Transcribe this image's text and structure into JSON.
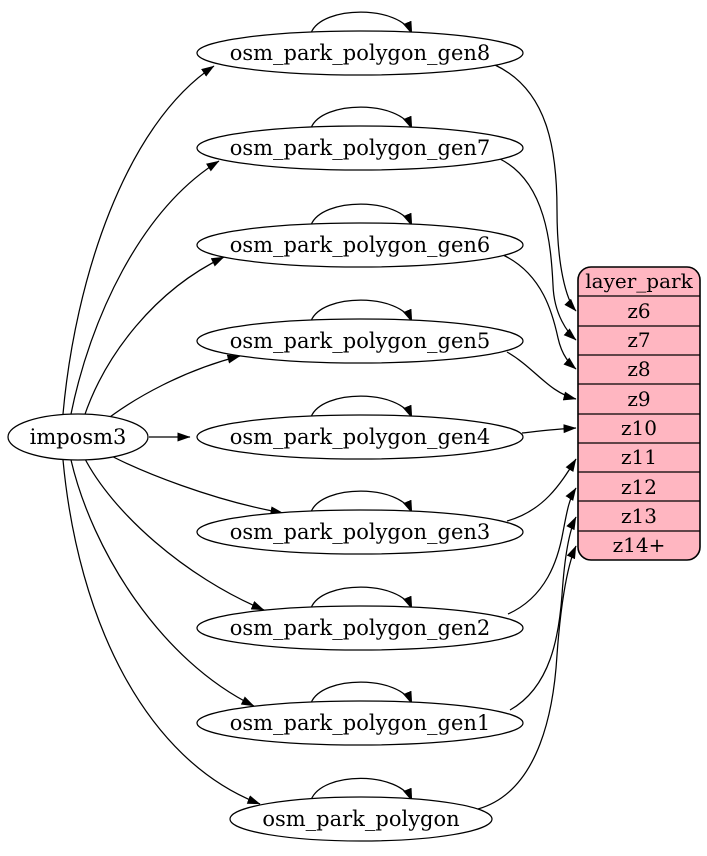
{
  "colors": {
    "table_fill": "#ffb6c1",
    "node_fill": "#ffffff",
    "edge": "#000000",
    "text": "#000000"
  },
  "source": {
    "label": "imposm3"
  },
  "tables": [
    {
      "label": "osm_park_polygon_gen8"
    },
    {
      "label": "osm_park_polygon_gen7"
    },
    {
      "label": "osm_park_polygon_gen6"
    },
    {
      "label": "osm_park_polygon_gen5"
    },
    {
      "label": "osm_park_polygon_gen4"
    },
    {
      "label": "osm_park_polygon_gen3"
    },
    {
      "label": "osm_park_polygon_gen2"
    },
    {
      "label": "osm_park_polygon_gen1"
    },
    {
      "label": "osm_park_polygon"
    }
  ],
  "layer": {
    "title": "layer_park",
    "rows": [
      "z6",
      "z7",
      "z8",
      "z9",
      "z10",
      "z11",
      "z12",
      "z13",
      "z14+"
    ]
  },
  "edges": [
    {
      "from": "imposm3",
      "to": "osm_park_polygon_gen8"
    },
    {
      "from": "imposm3",
      "to": "osm_park_polygon_gen7"
    },
    {
      "from": "imposm3",
      "to": "osm_park_polygon_gen6"
    },
    {
      "from": "imposm3",
      "to": "osm_park_polygon_gen5"
    },
    {
      "from": "imposm3",
      "to": "osm_park_polygon_gen4"
    },
    {
      "from": "imposm3",
      "to": "osm_park_polygon_gen3"
    },
    {
      "from": "imposm3",
      "to": "osm_park_polygon_gen2"
    },
    {
      "from": "imposm3",
      "to": "osm_park_polygon_gen1"
    },
    {
      "from": "imposm3",
      "to": "osm_park_polygon"
    },
    {
      "from": "osm_park_polygon_gen8",
      "to": "osm_park_polygon_gen8",
      "type": "self-loop"
    },
    {
      "from": "osm_park_polygon_gen7",
      "to": "osm_park_polygon_gen7",
      "type": "self-loop"
    },
    {
      "from": "osm_park_polygon_gen6",
      "to": "osm_park_polygon_gen6",
      "type": "self-loop"
    },
    {
      "from": "osm_park_polygon_gen5",
      "to": "osm_park_polygon_gen5",
      "type": "self-loop"
    },
    {
      "from": "osm_park_polygon_gen4",
      "to": "osm_park_polygon_gen4",
      "type": "self-loop"
    },
    {
      "from": "osm_park_polygon_gen3",
      "to": "osm_park_polygon_gen3",
      "type": "self-loop"
    },
    {
      "from": "osm_park_polygon_gen2",
      "to": "osm_park_polygon_gen2",
      "type": "self-loop"
    },
    {
      "from": "osm_park_polygon_gen1",
      "to": "osm_park_polygon_gen1",
      "type": "self-loop"
    },
    {
      "from": "osm_park_polygon",
      "to": "osm_park_polygon",
      "type": "self-loop"
    },
    {
      "from": "osm_park_polygon_gen8",
      "to": "layer_park:z6"
    },
    {
      "from": "osm_park_polygon_gen7",
      "to": "layer_park:z7"
    },
    {
      "from": "osm_park_polygon_gen6",
      "to": "layer_park:z8"
    },
    {
      "from": "osm_park_polygon_gen5",
      "to": "layer_park:z9"
    },
    {
      "from": "osm_park_polygon_gen4",
      "to": "layer_park:z10"
    },
    {
      "from": "osm_park_polygon_gen3",
      "to": "layer_park:z11"
    },
    {
      "from": "osm_park_polygon_gen2",
      "to": "layer_park:z12"
    },
    {
      "from": "osm_park_polygon_gen1",
      "to": "layer_park:z13"
    },
    {
      "from": "osm_park_polygon",
      "to": "layer_park:z14+"
    }
  ]
}
